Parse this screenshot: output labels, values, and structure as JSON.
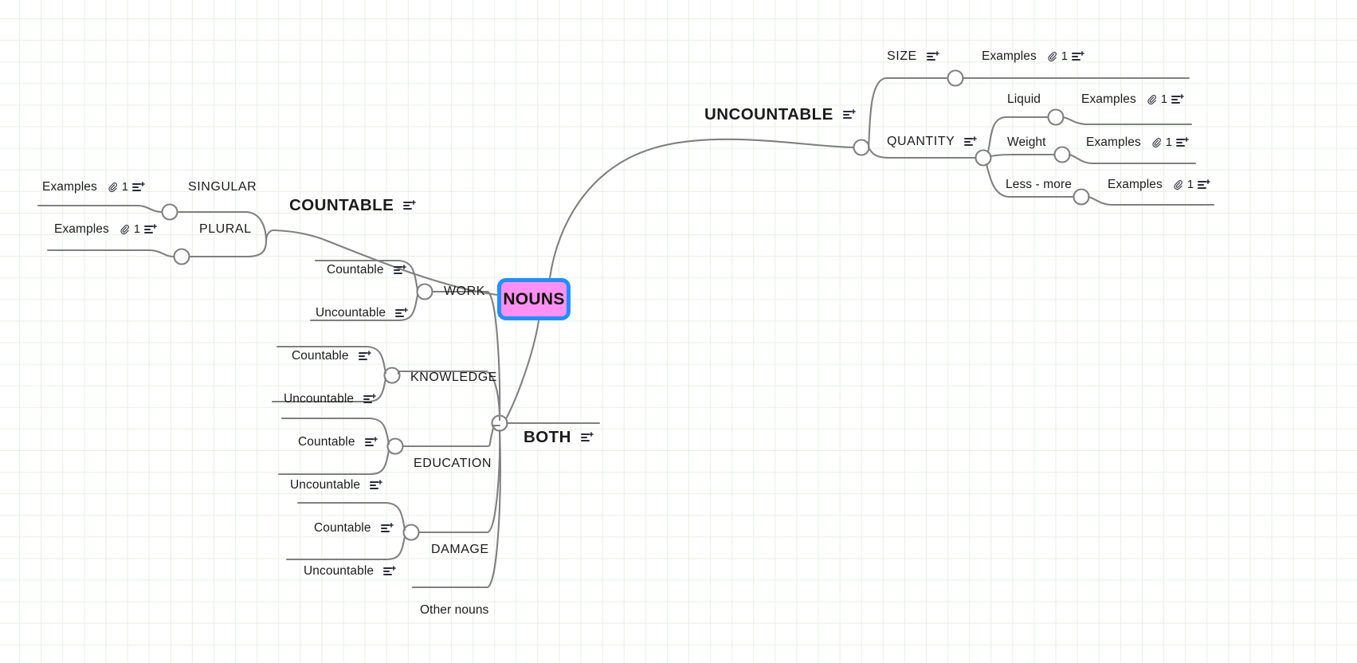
{
  "app": {
    "type": "mind-map",
    "background": "#ffffff",
    "grid_color": "#e7f0e2",
    "wire_color": "#808080"
  },
  "root": {
    "label": "NOUNS",
    "fill": "#ff8ff2",
    "border": "#1e90ff",
    "text_color": "#111111"
  },
  "icon_names": {
    "note": "note-add-icon",
    "attachment": "paperclip-icon"
  },
  "branches": {
    "countable": {
      "label": "COUNTABLE",
      "note_icon": "note-add-icon",
      "children": [
        {
          "label": "SINGULAR",
          "leaf": {
            "label": "Examples",
            "attachment_count": "1",
            "attachment_icon": "paperclip-icon",
            "note_icon": "note-add-icon"
          }
        },
        {
          "label": "PLURAL",
          "leaf": {
            "label": "Examples",
            "attachment_count": "1",
            "attachment_icon": "paperclip-icon",
            "note_icon": "note-add-icon"
          }
        }
      ]
    },
    "uncountable": {
      "label": "UNCOUNTABLE",
      "note_icon": "note-add-icon",
      "children": [
        {
          "label": "SIZE",
          "note_icon": "note-add-icon",
          "children": [
            {
              "label": "Examples",
              "attachment_count": "1",
              "attachment_icon": "paperclip-icon",
              "note_icon": "note-add-icon"
            }
          ]
        },
        {
          "label": "QUANTITY",
          "note_icon": "note-add-icon",
          "children": [
            {
              "label": "Liquid",
              "leaf": {
                "label": "Examples",
                "attachment_count": "1",
                "attachment_icon": "paperclip-icon",
                "note_icon": "note-add-icon"
              }
            },
            {
              "label": "Weight",
              "leaf": {
                "label": "Examples",
                "attachment_count": "1",
                "attachment_icon": "paperclip-icon",
                "note_icon": "note-add-icon"
              }
            },
            {
              "label": "Less - more",
              "leaf": {
                "label": "Examples",
                "attachment_count": "1",
                "attachment_icon": "paperclip-icon",
                "note_icon": "note-add-icon"
              }
            }
          ]
        }
      ]
    },
    "both": {
      "label": "BOTH",
      "note_icon": "note-add-icon",
      "children": [
        {
          "label": "WORK",
          "children": [
            {
              "label": "Countable",
              "note_icon": "note-add-icon"
            },
            {
              "label": "Uncountable",
              "note_icon": "note-add-icon"
            }
          ]
        },
        {
          "label": "KNOWLEDGE",
          "children": [
            {
              "label": "Countable",
              "note_icon": "note-add-icon"
            },
            {
              "label": "Uncountable",
              "note_icon": "note-add-icon"
            }
          ]
        },
        {
          "label": "EDUCATION",
          "children": [
            {
              "label": "Countable",
              "note_icon": "note-add-icon"
            },
            {
              "label": "Uncountable",
              "note_icon": "note-add-icon"
            }
          ]
        },
        {
          "label": "DAMAGE",
          "children": [
            {
              "label": "Countable",
              "note_icon": "note-add-icon"
            },
            {
              "label": "Uncountable",
              "note_icon": "note-add-icon"
            }
          ]
        },
        {
          "label": "Other nouns"
        }
      ]
    }
  }
}
